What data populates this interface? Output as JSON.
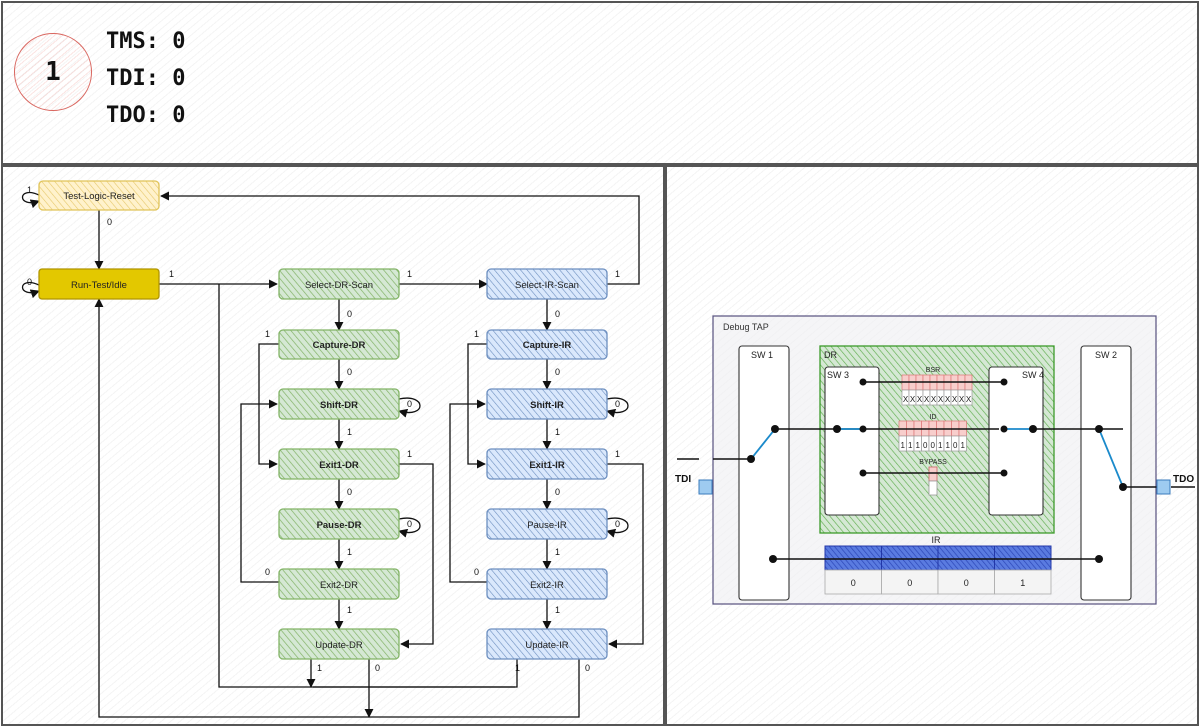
{
  "step": "1",
  "signals": [
    "TMS: 0",
    "TDI: 0",
    "TDO: 0"
  ],
  "fsm": {
    "states": {
      "tlr": "Test-Logic-Reset",
      "rti": "Run-Test/Idle",
      "sel_dr": "Select-DR-Scan",
      "cap_dr": "Capture-DR",
      "shf_dr": "Shift-DR",
      "ex1_dr": "Exit1-DR",
      "pau_dr": "Pause-DR",
      "ex2_dr": "Exit2-DR",
      "upd_dr": "Update-DR",
      "sel_ir": "Select-IR-Scan",
      "cap_ir": "Capture-IR",
      "shf_ir": "Shift-IR",
      "ex1_ir": "Exit1-IR",
      "pau_ir": "Pause-IR",
      "ex2_ir": "Exit2-IR",
      "upd_ir": "Update-IR"
    },
    "edge_labels": {
      "zero": "0",
      "one": "1"
    }
  },
  "tap": {
    "title": "Debug TAP",
    "sw1": "SW 1",
    "sw2": "SW 2",
    "sw3": "SW 3",
    "sw4": "SW 4",
    "dr": "DR",
    "bsr": "BSR",
    "bsr_bits": [
      "X",
      "X",
      "X",
      "X",
      "X",
      "X",
      "X",
      "X",
      "X",
      "X"
    ],
    "id": "ID",
    "id_bits": [
      "1",
      "1",
      "1",
      "0",
      "0",
      "1",
      "1",
      "0",
      "1"
    ],
    "bypass": "BYPASS",
    "ir": "IR",
    "ir_bits": [
      "0",
      "0",
      "0",
      "1"
    ],
    "tdi": "TDI",
    "tdo": "TDO"
  },
  "colors": {
    "yellow_fill": "#fff2cc",
    "yellow_stroke": "#d6b656",
    "active_fill": "#e3c800",
    "green_fill": "#d5e8d4",
    "green_stroke": "#82b366",
    "blue_fill": "#dae8fc",
    "blue_stroke": "#6c8ebf",
    "ir_fill": "#4a6cd4",
    "bsr_fill": "#f8cecc",
    "tap_border": "#56517e",
    "wire_active": "#1b8acb"
  }
}
